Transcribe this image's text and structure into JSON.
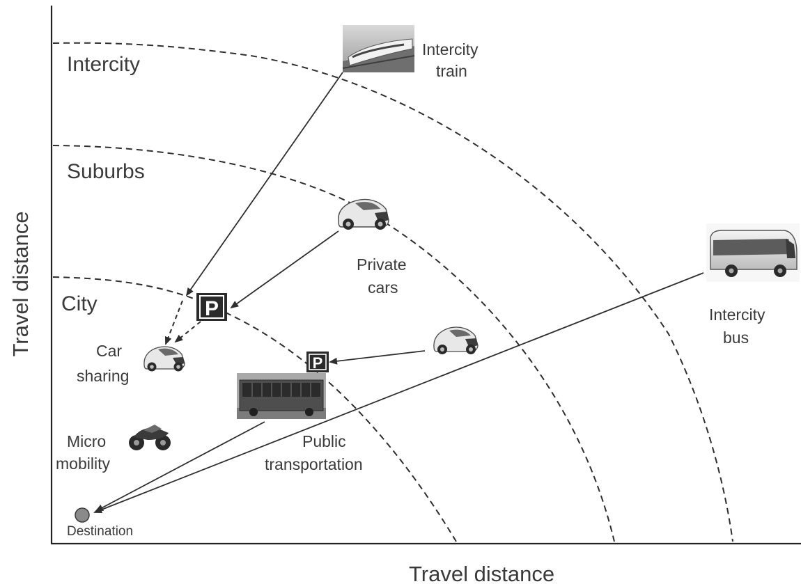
{
  "zones": {
    "intercity": "Intercity",
    "suburbs": "Suburbs",
    "city": "City"
  },
  "modes": {
    "intercity_train": [
      "Intercity",
      "train"
    ],
    "private_cars": [
      "Private",
      "cars"
    ],
    "intercity_bus": [
      "Intercity",
      "bus"
    ],
    "car_sharing": [
      "Car",
      "sharing"
    ],
    "public_transportation": [
      "Public",
      "transportation"
    ],
    "micro_mobility": [
      "Micro",
      "mobility"
    ]
  },
  "parking_sign": "P",
  "destination": "Destination",
  "axes": {
    "x_label": "Travel distance",
    "y_label": "Travel distance"
  },
  "icons": {
    "train": "high-speed-train-icon",
    "car": "smart-car-icon",
    "bus": "coach-bus-icon",
    "city_bus": "articulated-city-bus-icon",
    "motorcycle": "motorcycle-icon",
    "parking": "parking-sign-icon",
    "destination": "destination-dot-icon"
  },
  "colors": {
    "line": "#2e2e2e",
    "text": "#3a3a3a",
    "parking_bg": "#2a2a2a",
    "destination_fill": "#8a8a8a"
  }
}
